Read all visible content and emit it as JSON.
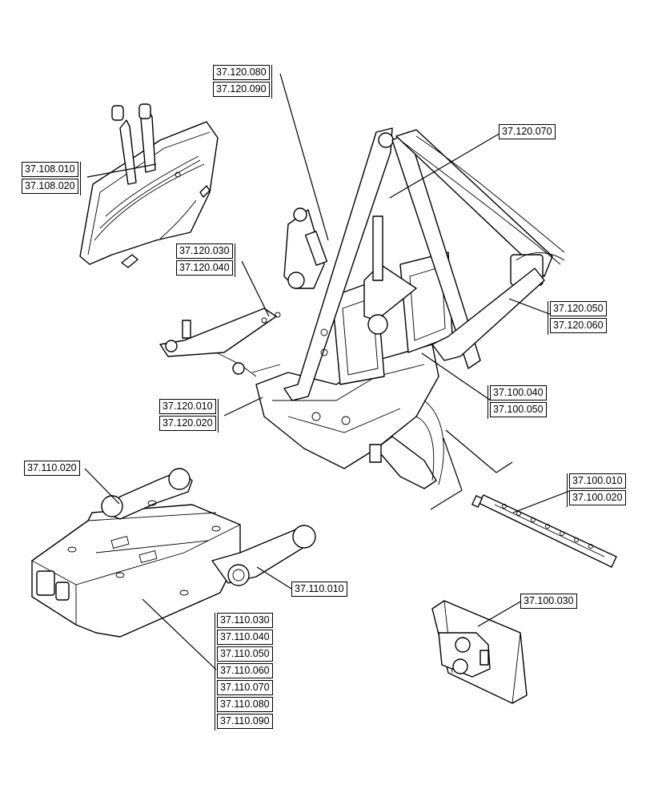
{
  "callouts": {
    "c1": [
      "37.120.080",
      "37.120.090"
    ],
    "c2": [
      "37.120.070"
    ],
    "c3": [
      "37.108.010",
      "37.108.020"
    ],
    "c4": [
      "37.120.030",
      "37.120.040"
    ],
    "c5": [
      "37.120.050",
      "37.120.060"
    ],
    "c6": [
      "37.100.040",
      "37.100.050"
    ],
    "c7": [
      "37.120.010",
      "37.120.020"
    ],
    "c8": [
      "37.110.020"
    ],
    "c9": [
      "37.100.010",
      "37.100.020"
    ],
    "c10": [
      "37.110.010"
    ],
    "c11": [
      "37.100.030"
    ],
    "c12": [
      "37.110.030",
      "37.110.040",
      "37.110.050",
      "37.110.060",
      "37.110.070",
      "37.110.080",
      "37.110.090"
    ]
  }
}
